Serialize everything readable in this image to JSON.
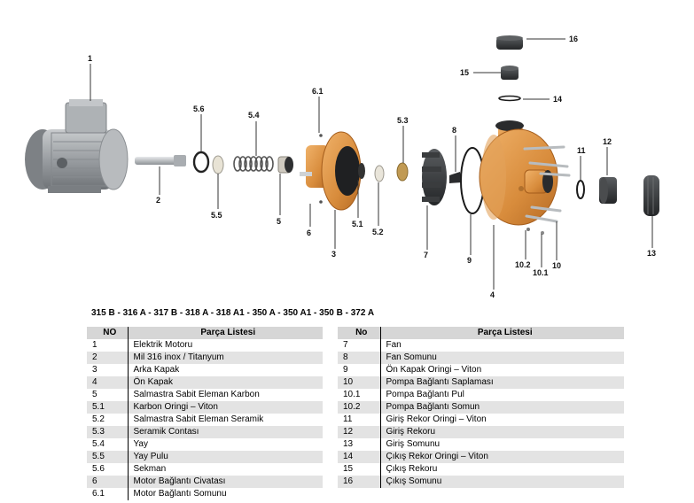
{
  "callouts": {
    "c1": "1",
    "c2": "2",
    "c56": "5.6",
    "c55": "5.5",
    "c54": "5.4",
    "c5": "5",
    "c61": "6.1",
    "c6": "6",
    "c3": "3",
    "c51": "5.1",
    "c52": "5.2",
    "c53": "5.3",
    "c7": "7",
    "c8": "8",
    "c9": "9",
    "c4": "4",
    "c16": "16",
    "c15": "15",
    "c14": "14",
    "c11": "11",
    "c12": "12",
    "c13": "13",
    "c10": "10",
    "c101": "10.1",
    "c102": "10.2"
  },
  "models": "315 B - 316 A - 317 B - 318 A - 318 A1 - 350 A - 350 A1 - 350 B - 372 A",
  "table_left": {
    "headers": [
      "NO",
      "Parça Listesi"
    ],
    "rows": [
      [
        "1",
        "Elektrik Motoru"
      ],
      [
        "2",
        "Mil 316 inox / Titanyum"
      ],
      [
        "3",
        "Arka Kapak"
      ],
      [
        "4",
        "Ön Kapak"
      ],
      [
        "5",
        "Salmastra Sabit Eleman Karbon"
      ],
      [
        "5.1",
        "Karbon Oringi – Viton"
      ],
      [
        "5.2",
        "Salmastra Sabit Eleman Seramik"
      ],
      [
        "5.3",
        "Seramik Contası"
      ],
      [
        "5.4",
        "Yay"
      ],
      [
        "5.5",
        "Yay Pulu"
      ],
      [
        "5.6",
        "Sekman"
      ],
      [
        "6",
        "Motor Bağlantı Civatası"
      ],
      [
        "6.1",
        "Motor Bağlantı Somunu"
      ]
    ]
  },
  "table_right": {
    "headers": [
      "No",
      "Parça Listesi"
    ],
    "rows": [
      [
        "7",
        "Fan"
      ],
      [
        "8",
        "Fan Somunu"
      ],
      [
        "9",
        "Ön Kapak Oringi – Viton"
      ],
      [
        "10",
        "Pompa Bağlantı Saplaması"
      ],
      [
        "10.1",
        "Pompa Bağlantı Pul"
      ],
      [
        "10.2",
        "Pompa Bağlantı Somun"
      ],
      [
        "11",
        "Giriş Rekor Oringi – Viton"
      ],
      [
        "12",
        "Giriş Rekoru"
      ],
      [
        "13",
        "Giriş Somunu"
      ],
      [
        "14",
        "Çıkış Rekor Oringi – Viton"
      ],
      [
        "15",
        "Çıkış Rekoru"
      ],
      [
        "16",
        "Çıkış Somunu"
      ]
    ]
  }
}
